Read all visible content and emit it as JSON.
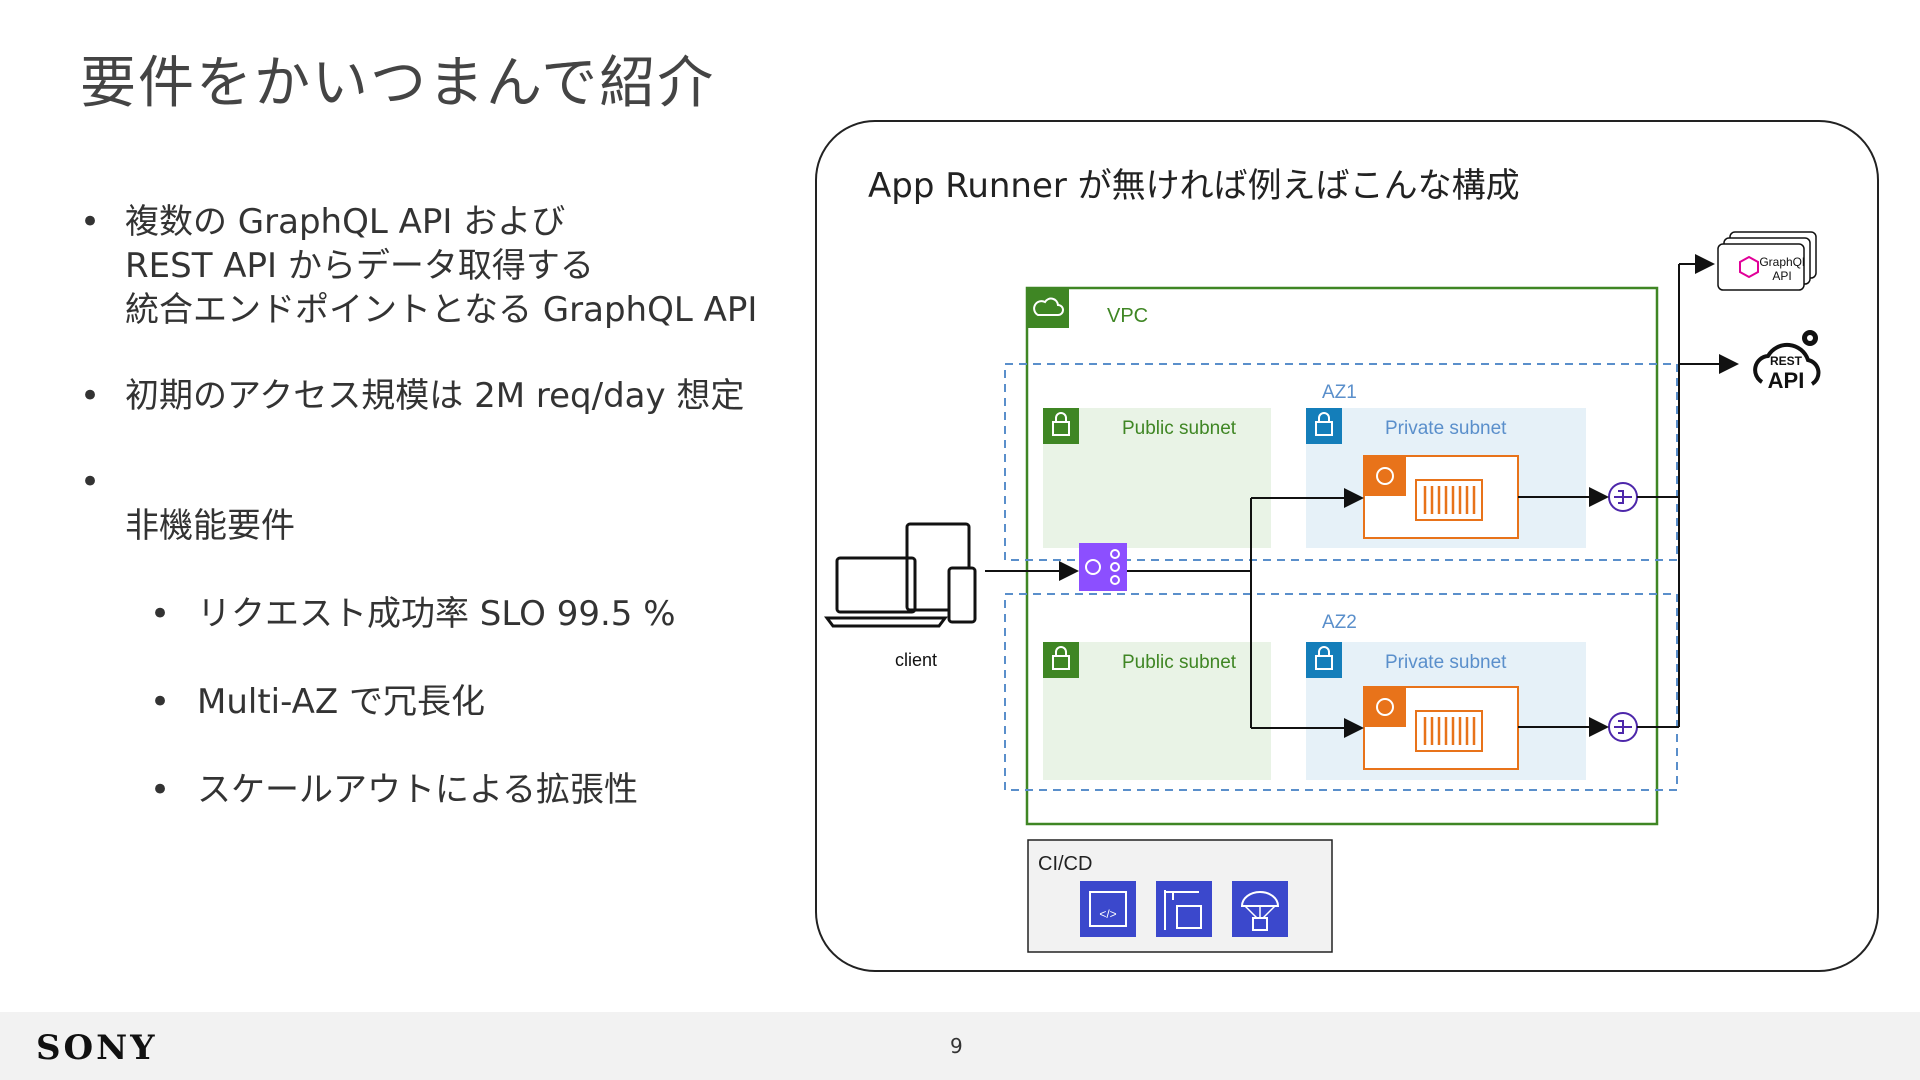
{
  "slide": {
    "title": "要件をかいつまんで紹介",
    "bullets": [
      "複数の GraphQL API および\nREST API からデータ取得する\n統合エンドポイントとなる GraphQL API",
      "初期のアクセス規模は 2M req/day 想定"
    ],
    "nfr_title": "非機能要件",
    "nfr_items": [
      "リクエスト成功率 SLO 99.5 %",
      "Multi-AZ で冗長化",
      "スケールアウトによる拡張性"
    ],
    "page_number": "9",
    "logo": "SONY"
  },
  "diagram": {
    "panel_title": "App Runner が無ければ例えばこんな構成",
    "vpc_label": "VPC",
    "az1_label": "AZ1",
    "az2_label": "AZ2",
    "public_subnet_label": "Public subnet",
    "private_subnet_label": "Private subnet",
    "client_label": "client",
    "cicd_label": "CI/CD",
    "graphql_label_1": "GraphQl",
    "graphql_label_2": "API",
    "rest_label": "REST",
    "api_label": "API",
    "colors": {
      "vpc": "#3f8624",
      "az": "#5a8fcb",
      "public": "#e9f3e6",
      "private": "#e6f1f8",
      "fargate": "#e8731a",
      "elb": "#8c4fff",
      "nat": "#4d27aa",
      "cicd": "#3b48cc"
    }
  }
}
